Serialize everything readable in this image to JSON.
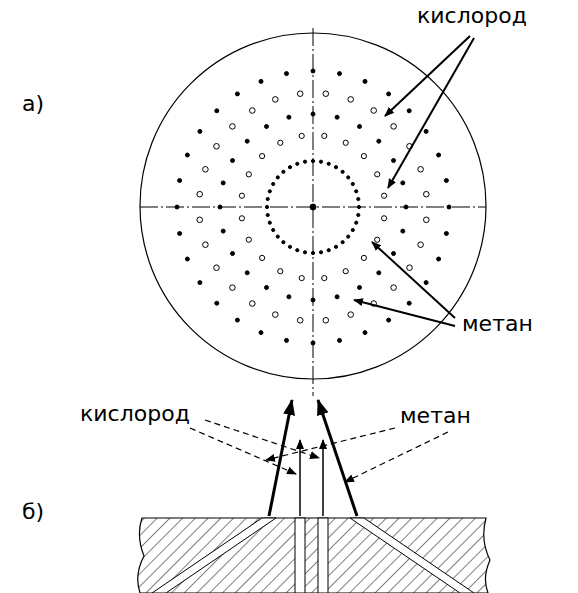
{
  "diagram": {
    "labels": [
      "кислород",
      "а)",
      "метан",
      "кислород",
      "метан",
      "б)"
    ]
  }
}
